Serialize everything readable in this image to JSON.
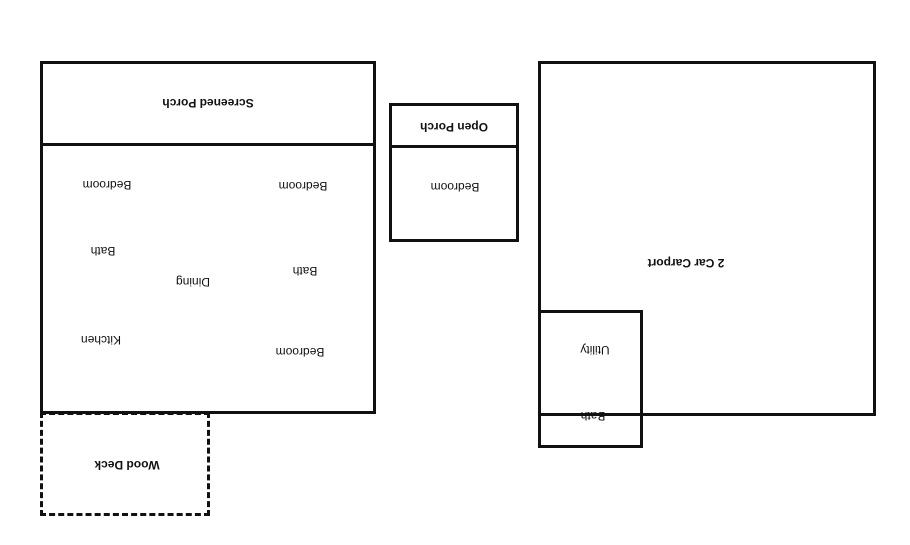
{
  "rooms": {
    "screened_porch": "Screened Porch",
    "bedroom_top_left": "Bedroom",
    "bedroom_top_right": "Bedroom",
    "bath_left": "Bath",
    "dining": "Dining",
    "bath_center": "Bath",
    "kitchen": "Kitchen",
    "bedroom_bottom_right": "Bedroom",
    "wood_deck": "Wood Deck",
    "open_porch": "Open Porch",
    "bedroom_small": "Bedroom",
    "carport": "2 Car Carport",
    "utility": "Utility",
    "bath_carport": "Bath"
  }
}
